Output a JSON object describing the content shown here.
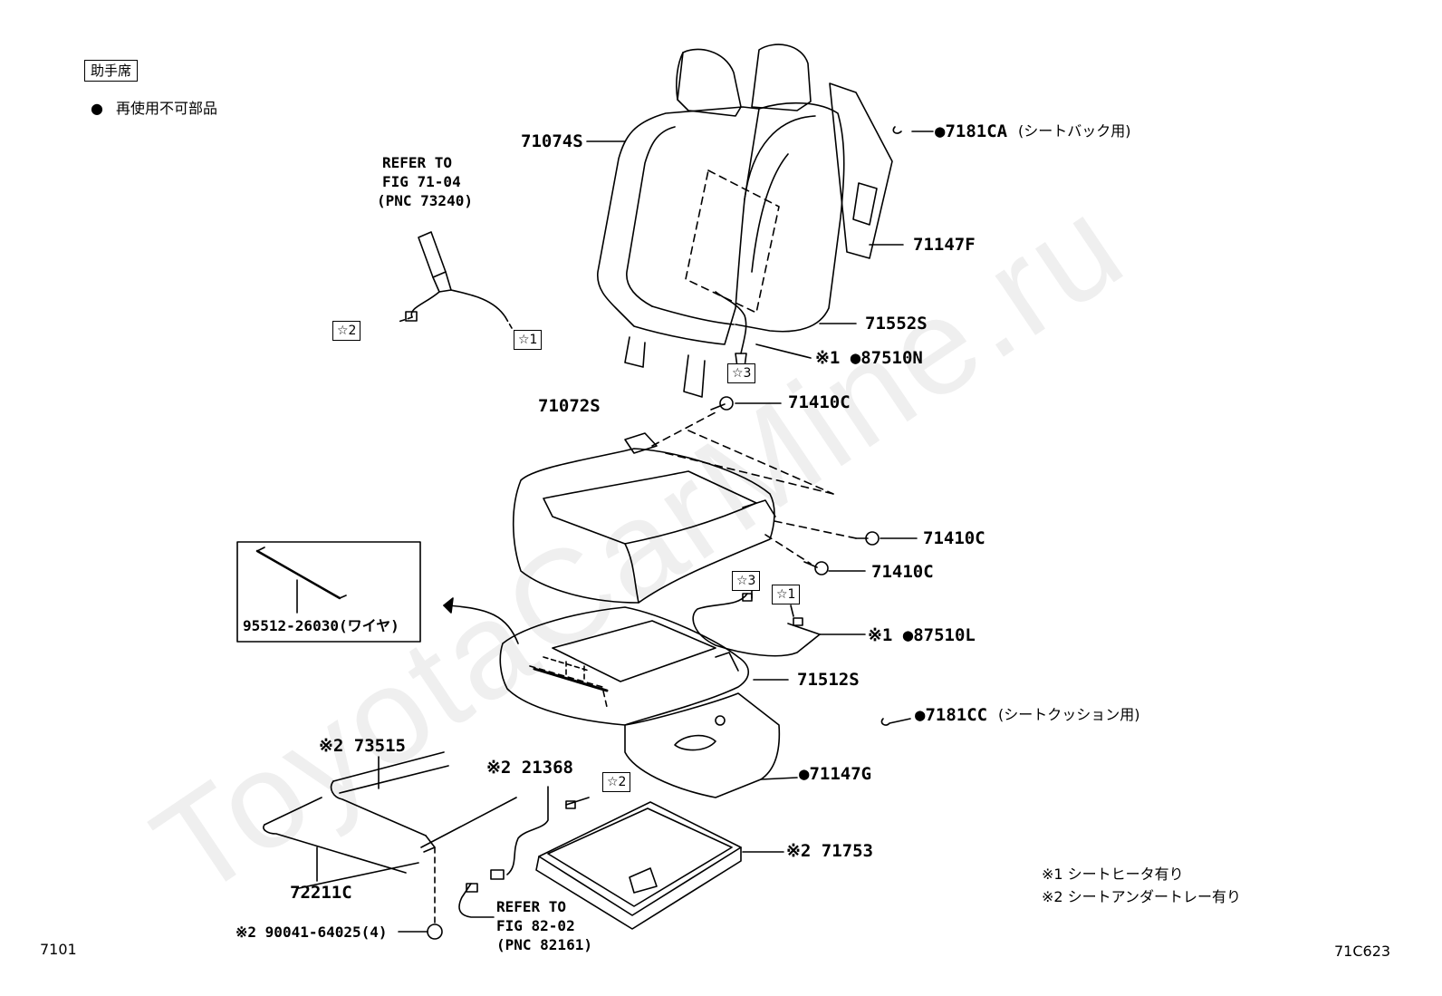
{
  "header": {
    "seat_position": "助手席",
    "legend_bullet": "●",
    "legend_text": "再使用不可部品"
  },
  "watermark": "ToyotaCarMine.ru",
  "refs": {
    "belt": [
      "REFER TO",
      "FIG 71-04",
      "(PNC 73240)"
    ],
    "wire": [
      "REFER TO",
      "FIG 82-02",
      "(PNC 82161)"
    ]
  },
  "markers": {
    "star2_top": "☆2",
    "star1_top": "☆1",
    "star3_top": "☆3",
    "star3_mid": "☆3",
    "star1_mid": "☆1",
    "star2_bottom": "☆2"
  },
  "parts": {
    "p71074S": "71074S",
    "p7181CA": "●7181CA",
    "p7181CA_note": "(シートバック用)",
    "p71147F": "71147F",
    "p71552S": "71552S",
    "p87510N": "※1 ●87510N",
    "p71410C_a": "71410C",
    "p71072S": "71072S",
    "p71410C_b": "71410C",
    "p71410C_c": "71410C",
    "p87510L": "※1 ●87510L",
    "p71512S": "71512S",
    "p7181CC": "●7181CC",
    "p7181CC_note": "(シートクッション用)",
    "p71147G": "●71147G",
    "p73515": "※2 73515",
    "p21368": "※2 21368",
    "p71753": "※2  71753",
    "p72211C": "72211C",
    "p90041": "※2 90041-64025(4)",
    "p95512": "95512-26030(ワイヤ)"
  },
  "footnotes": [
    "※1 シートヒータ有り",
    "※2 シートアンダートレー有り"
  ],
  "footer": {
    "page_left": "7101",
    "page_right": "71C623"
  }
}
